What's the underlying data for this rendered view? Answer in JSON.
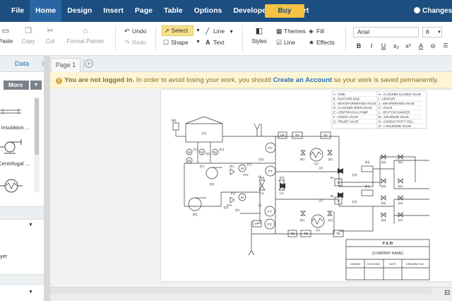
{
  "menu": {
    "items": [
      "File",
      "Home",
      "Design",
      "Insert",
      "Page",
      "Table",
      "Options",
      "Developer",
      "Support"
    ],
    "active": "Home",
    "buy_label": "Buy",
    "changes_label": "Changes S"
  },
  "toolbar": {
    "paste": "Paste",
    "copy": "Copy",
    "cut": "Cut",
    "format_painter": "Format Painter",
    "undo": "Undo",
    "redo": "Redo",
    "select": "Select",
    "shape": "Shape",
    "line": "Line",
    "text": "Text",
    "styles": "Styles",
    "themes": "Themes",
    "fill": "Fill",
    "line2": "Line",
    "effects": "Effects",
    "font": "Arial",
    "font_size": "8",
    "format_buttons": [
      "B",
      "I",
      "U",
      "x₂",
      "x²",
      "A"
    ]
  },
  "left_panel": {
    "tab": "Data",
    "close": "X",
    "more": "More",
    "shapes": [
      {
        "label": "Insulation ..."
      },
      {
        "label": "Centrifugal ..."
      },
      {
        "label": ""
      }
    ],
    "layer_label": "yer"
  },
  "pages": {
    "tab": "Page 1",
    "add": "+"
  },
  "notice": {
    "prefix": "You are not logged in.",
    "middle": " In order to avoid losing your work, you should ",
    "link": "Create an Account",
    "suffix": " so your work is saved permanently."
  },
  "diagram": {
    "legend_left": [
      "A - TANK",
      "B - RUPTURE DISC",
      "C - MOTOR-OPERATED VALVE",
      "D - A LOCKED-OPEN VALVE",
      "E - CENTRIFUGAL PUMP",
      "F - CHECK VALVE",
      "G - RELIEF VALVE"
    ],
    "legend_right": [
      "H - A LOCKED-CLOSED VALVE",
      "I - VENTURI",
      "J - AIR-OPERATED VALVE",
      "K - VALVE",
      "L - HEAT EXCHANGER",
      "M - SOLENOID VALVE",
      "N - CONDUCTIVITY CELL",
      "O - A SOLENOID VALVE"
    ],
    "title_block": {
      "title": "P & ID",
      "company": "[COMPANY NAME]",
      "fields": [
        "DRAWN",
        "CHECKED",
        "DATE",
        "DRAWING NO."
      ]
    },
    "tags": {
      "A": "(A)",
      "B": "(B)",
      "C": "(C)",
      "D": "(D)",
      "E": "(E)",
      "F": "(F)",
      "G": "(G)",
      "H": "(H)",
      "I": "(I)",
      "J": "(J)",
      "K": "(K)",
      "L": "(L)",
      "M": "M",
      "N": "(N)",
      "O": "(O)",
      "S": "S",
      "IP": "I/P",
      "TE": "TE",
      "FC": "FC",
      "FT": "FT",
      "LC": "LC",
      "FAI": "FAI"
    }
  }
}
